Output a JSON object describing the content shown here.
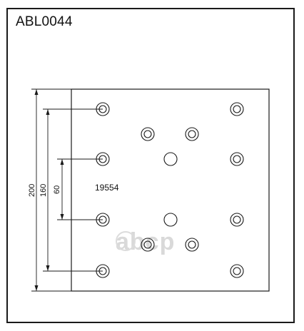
{
  "header": {
    "part_code": "ABL0044"
  },
  "drawing": {
    "reference_number": "19554",
    "dimensions": [
      {
        "id": "overall",
        "value": "200"
      },
      {
        "id": "outer-holes",
        "value": "160"
      },
      {
        "id": "inner-holes",
        "value": "60"
      }
    ],
    "hole_count": 14
  },
  "watermark": {
    "text": "abcp"
  },
  "colors": {
    "line": "#1a1a1a",
    "watermark": "#d9d9d9"
  }
}
